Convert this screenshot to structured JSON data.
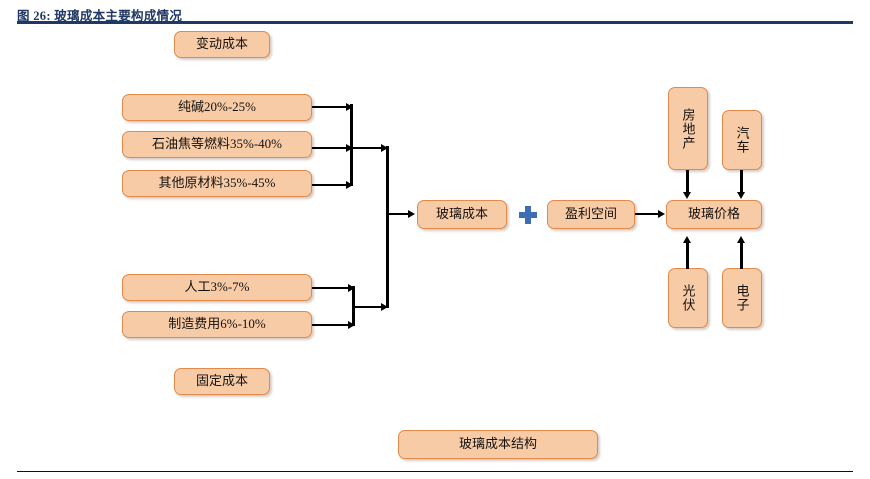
{
  "figure": {
    "title": "图 26: 玻璃成本主要构成情况",
    "rule_color": "#1f3864"
  },
  "palette": {
    "node_fill": "#f7cba6",
    "node_border": "#e3894a",
    "connector": "#000000",
    "plus_sign": "#3c6db5",
    "title_text": "#1f3864"
  },
  "groups": {
    "variable_cost_label": "变动成本",
    "fixed_cost_label": "固定成本"
  },
  "variable_items": [
    {
      "label": "纯碱20%-25%"
    },
    {
      "label": "石油焦等燃料35%-40%"
    },
    {
      "label": "其他原材料35%-45%"
    }
  ],
  "fixed_items": [
    {
      "label": "人工3%-7%"
    },
    {
      "label": "制造费用6%-10%"
    }
  ],
  "center": {
    "cost_label": "玻璃成本",
    "operator": "+",
    "margin_label": "盈利空间"
  },
  "price": {
    "label": "玻璃价格"
  },
  "demand_top": [
    {
      "label": "房地产"
    },
    {
      "label": "汽车"
    }
  ],
  "demand_bottom": [
    {
      "label": "光伏"
    },
    {
      "label": "电子"
    }
  ],
  "caption": {
    "label": "玻璃成本结构"
  }
}
